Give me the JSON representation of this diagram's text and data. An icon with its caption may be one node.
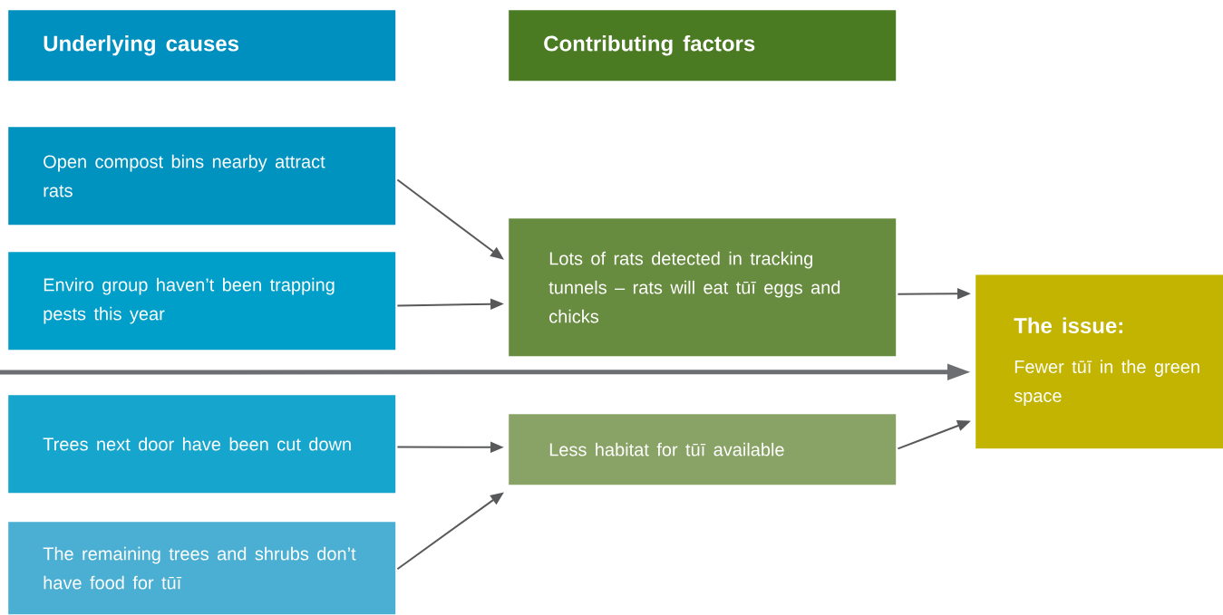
{
  "diagram": {
    "nodes": [
      {
        "text": [
          "Underlying causes"
        ]
      },
      {
        "text": [
          "Contributing factors"
        ]
      },
      {
        "text": [
          "Open compost bins nearby attract rats"
        ]
      },
      {
        "text": [
          "Enviro group haven’t been trapping pests this year"
        ]
      },
      {
        "text": [
          "Lots of rats detected in tracking tunnels – rats will eat tūī eggs and chicks"
        ]
      },
      {
        "text": [
          "The issue:",
          "Fewer tūī in the green space"
        ]
      },
      {
        "text": [
          "Trees next door have been cut down"
        ]
      },
      {
        "text": [
          "Less habitat for tūī available"
        ]
      },
      {
        "text": [
          "The remaining trees and shrubs don’t have food for tūī"
        ]
      }
    ],
    "edges": [
      {
        "from": 2,
        "to": 4,
        "arrow": "to"
      },
      {
        "from": 3,
        "to": 4,
        "arrow": "to"
      },
      {
        "from": 4,
        "to": 5,
        "arrow": "to"
      },
      {
        "from": null,
        "to": 5,
        "arrow": "to",
        "style": "thick",
        "color": "#6d6e71"
      },
      {
        "from": 6,
        "to": 7,
        "arrow": "to"
      },
      {
        "from": 8,
        "to": 7,
        "arrow": "to"
      },
      {
        "from": 7,
        "to": 5,
        "arrow": "to"
      }
    ]
  }
}
